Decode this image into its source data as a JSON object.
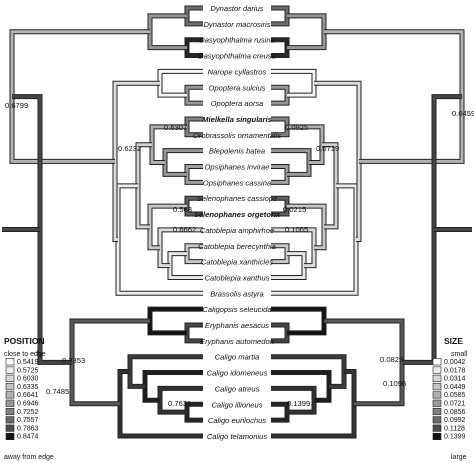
{
  "taxa": [
    {
      "name": "Dynastor darius",
      "bold": false
    },
    {
      "name": "Dynastor macrosiris",
      "bold": false
    },
    {
      "name": "Dasyophthalma rusina",
      "bold": false
    },
    {
      "name": "Dasyophthalma creusa",
      "bold": false
    },
    {
      "name": "Narope cyllastros",
      "bold": false
    },
    {
      "name": "Opoptera sulcius",
      "bold": false
    },
    {
      "name": "Opoptera aorsa",
      "bold": false
    },
    {
      "name": "Mielkella singularis",
      "bold": true
    },
    {
      "name": "Orobrassolis ornamentalis",
      "bold": false
    },
    {
      "name": "Blepolenis batea",
      "bold": false
    },
    {
      "name": "Opsiphanes invirae",
      "bold": false
    },
    {
      "name": "Opsiphanes cassina",
      "bold": false
    },
    {
      "name": "Selenophanes cassiope",
      "bold": false
    },
    {
      "name": "Selenophanes orgetorix",
      "bold": true
    },
    {
      "name": "Catoblepia amphirhoe",
      "bold": false
    },
    {
      "name": "Catoblepia berecynthia",
      "bold": false
    },
    {
      "name": "Catoblepia xanthicles",
      "bold": false
    },
    {
      "name": "Catoblepia xanthus",
      "bold": false
    },
    {
      "name": "Brassolis astyra",
      "bold": false
    },
    {
      "name": "Caligopsis seleucida",
      "bold": false
    },
    {
      "name": "Eryphanis aesacus",
      "bold": false
    },
    {
      "name": "Eryphanis automedon",
      "bold": false
    },
    {
      "name": "Caligo martia",
      "bold": false
    },
    {
      "name": "Caligo idomeneus",
      "bold": false
    },
    {
      "name": "Caligo atreus",
      "bold": false
    },
    {
      "name": "Caligo illioneus",
      "bold": false
    },
    {
      "name": "Caligo eurilochus",
      "bold": false
    },
    {
      "name": "Caligo telamonius",
      "bold": false
    }
  ],
  "node_values": {
    "position": {
      "root": "0.6799",
      "opsiphanes_clade": "0.6232",
      "mielkella_node": "0.6307",
      "selenophanes_node": "0.563",
      "catoblepia_node": "0.6662",
      "caligo_outer": "0.7353",
      "caligo_mid": "0.7485",
      "caligo_inner": "0.7631"
    },
    "size": {
      "root": "0.0459",
      "mielkella_node": "0.0925",
      "opsiphanes_clade": "0.0719",
      "selenophanes_node": "0.0215",
      "catoblepia_node": "0.1065",
      "caligo_outer": "0.0829",
      "caligo_mid": "0.1096",
      "caligo_inner": "0.1399"
    }
  },
  "legend_position": {
    "title": "POSITION",
    "top_note": "close to edge",
    "bottom_note": "away from edge",
    "values": [
      "0.5419",
      "0.5725",
      "0.6030",
      "0.6335",
      "0.6641",
      "0.6946",
      "0.7252",
      "0.7557",
      "0.7863",
      "0.8474"
    ],
    "colors": [
      "#ffffff",
      "#ececec",
      "#d8d8d8",
      "#c4c4c4",
      "#afafaf",
      "#9a9a9a",
      "#828282",
      "#6a6a6a",
      "#4a4a4a",
      "#141414"
    ]
  },
  "legend_size": {
    "title": "SIZE",
    "top_note": "small",
    "bottom_note": "large",
    "values": [
      "0.0042",
      "0.0178",
      "0.0314",
      "0.0449",
      "0.0585",
      "0.0721",
      "0.0856",
      "0.0992",
      "0.1128",
      "0.1399"
    ],
    "colors": [
      "#ffffff",
      "#ececec",
      "#d8d8d8",
      "#c4c4c4",
      "#afafaf",
      "#9a9a9a",
      "#828282",
      "#6a6a6a",
      "#4a4a4a",
      "#141414"
    ]
  }
}
